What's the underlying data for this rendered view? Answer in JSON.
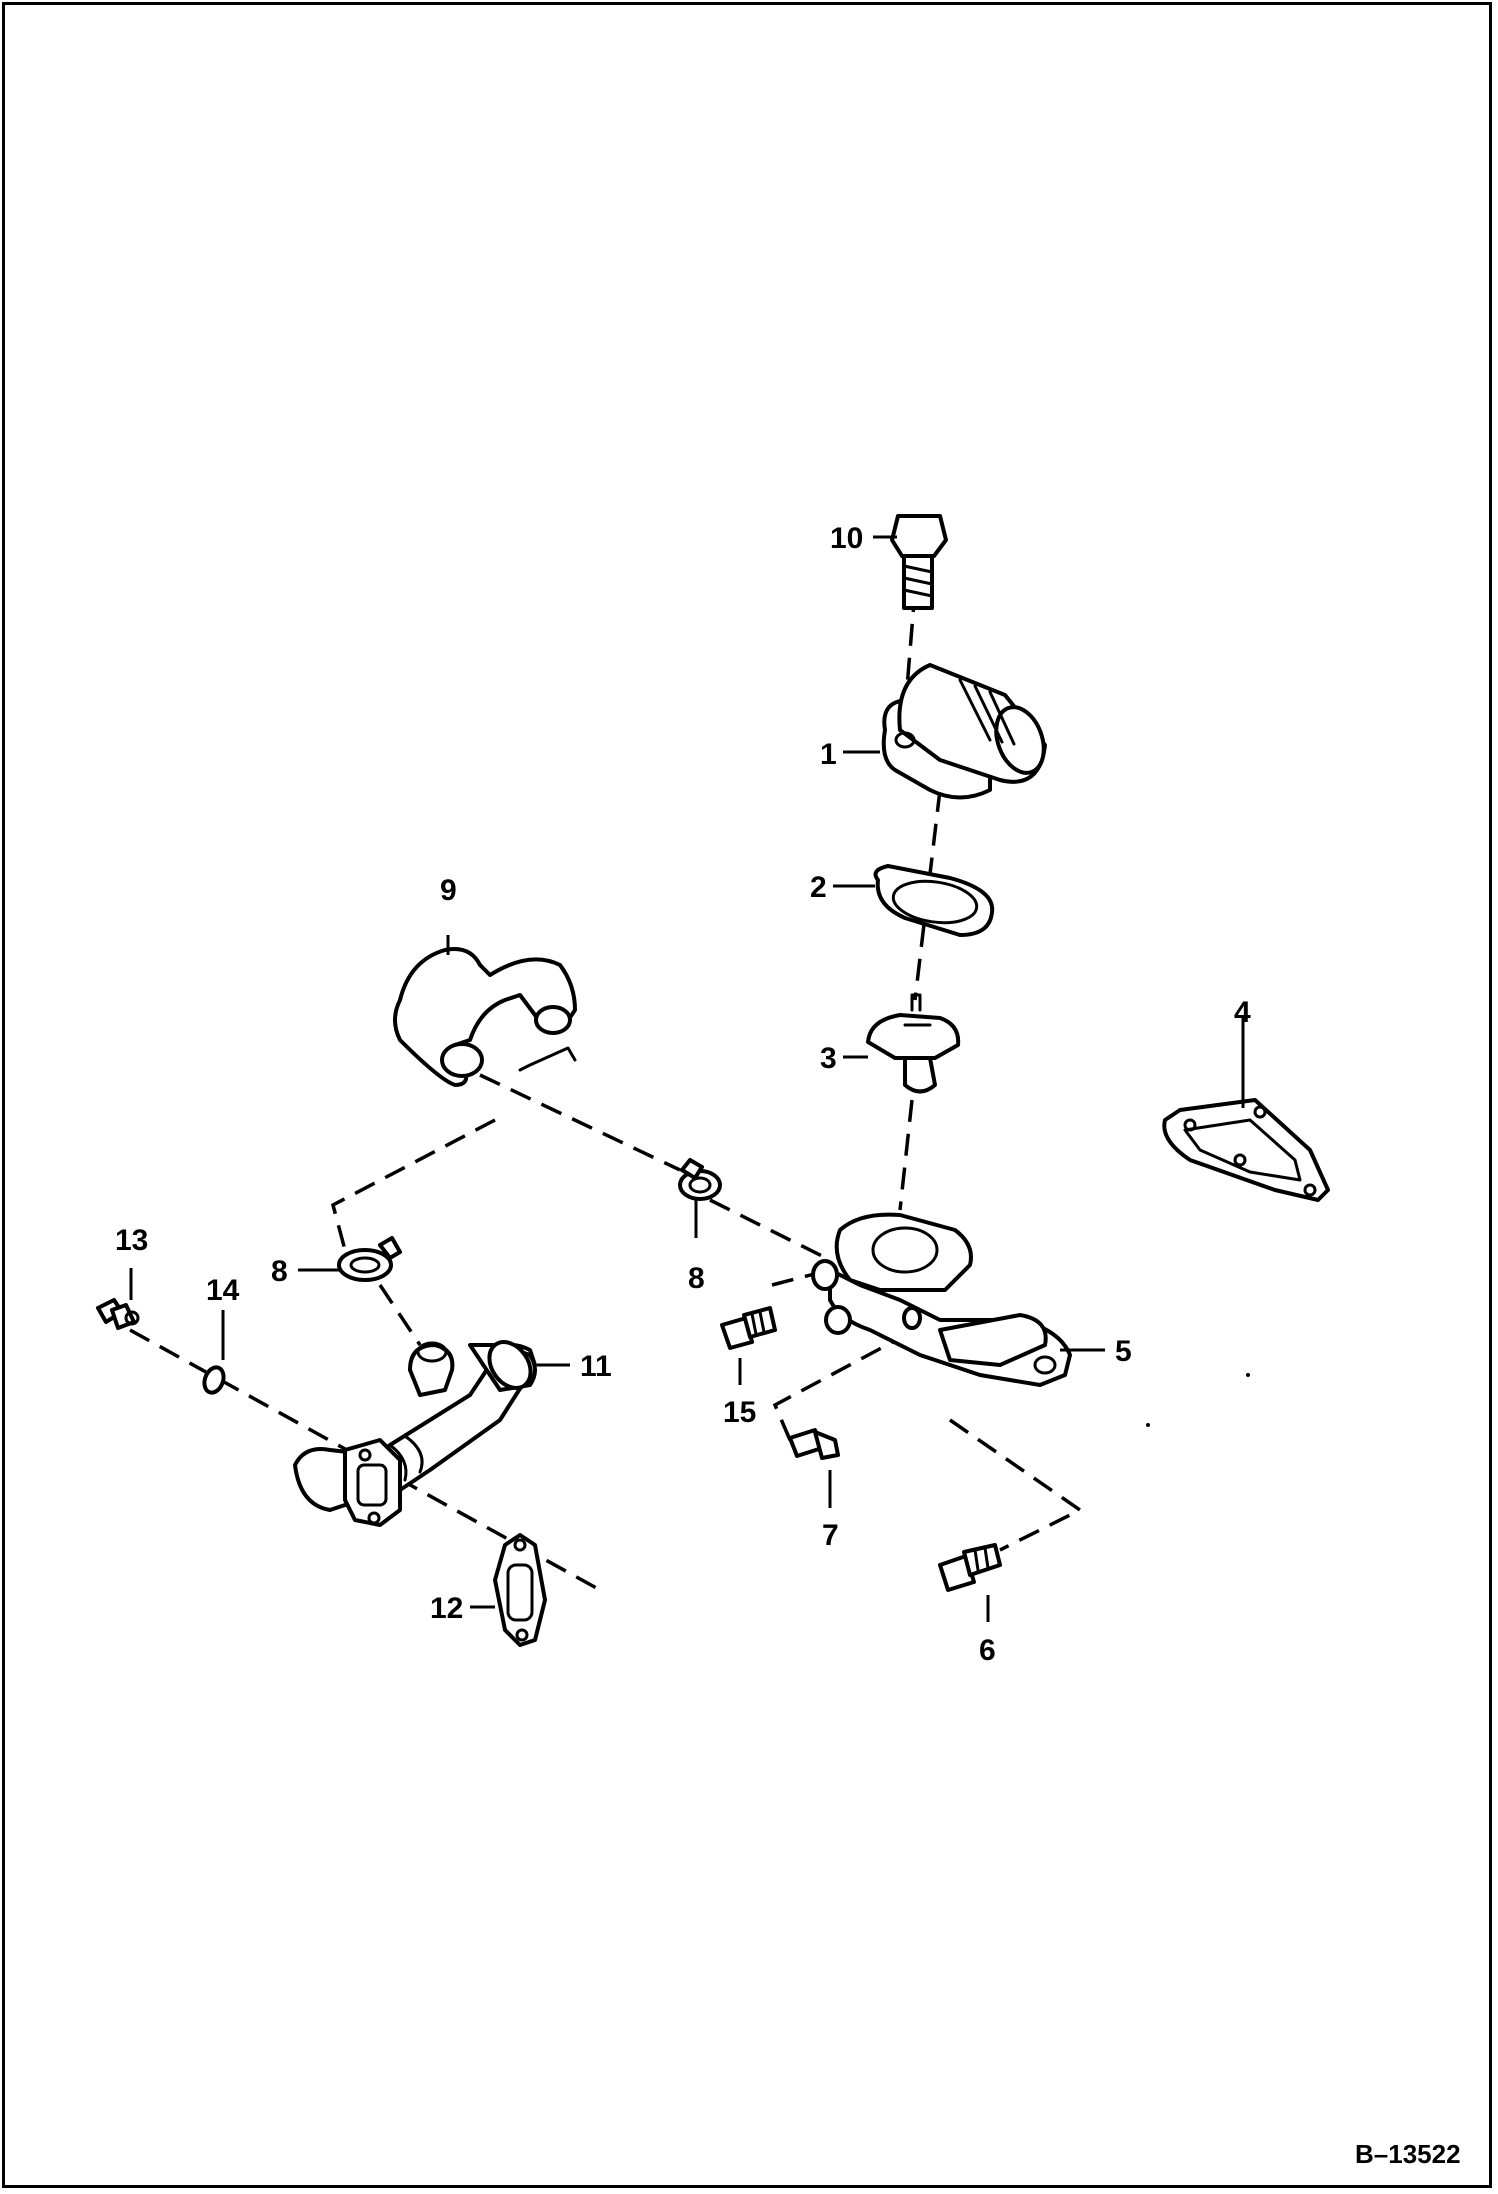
{
  "diagram": {
    "document_id": "B–13522",
    "callouts": {
      "c1": "1",
      "c2": "2",
      "c3": "3",
      "c4": "4",
      "c5": "5",
      "c6": "6",
      "c7": "7",
      "c8a": "8",
      "c8b": "8",
      "c9": "9",
      "c10": "10",
      "c11": "11",
      "c12": "12",
      "c13": "13",
      "c14": "14",
      "c15": "15"
    }
  }
}
